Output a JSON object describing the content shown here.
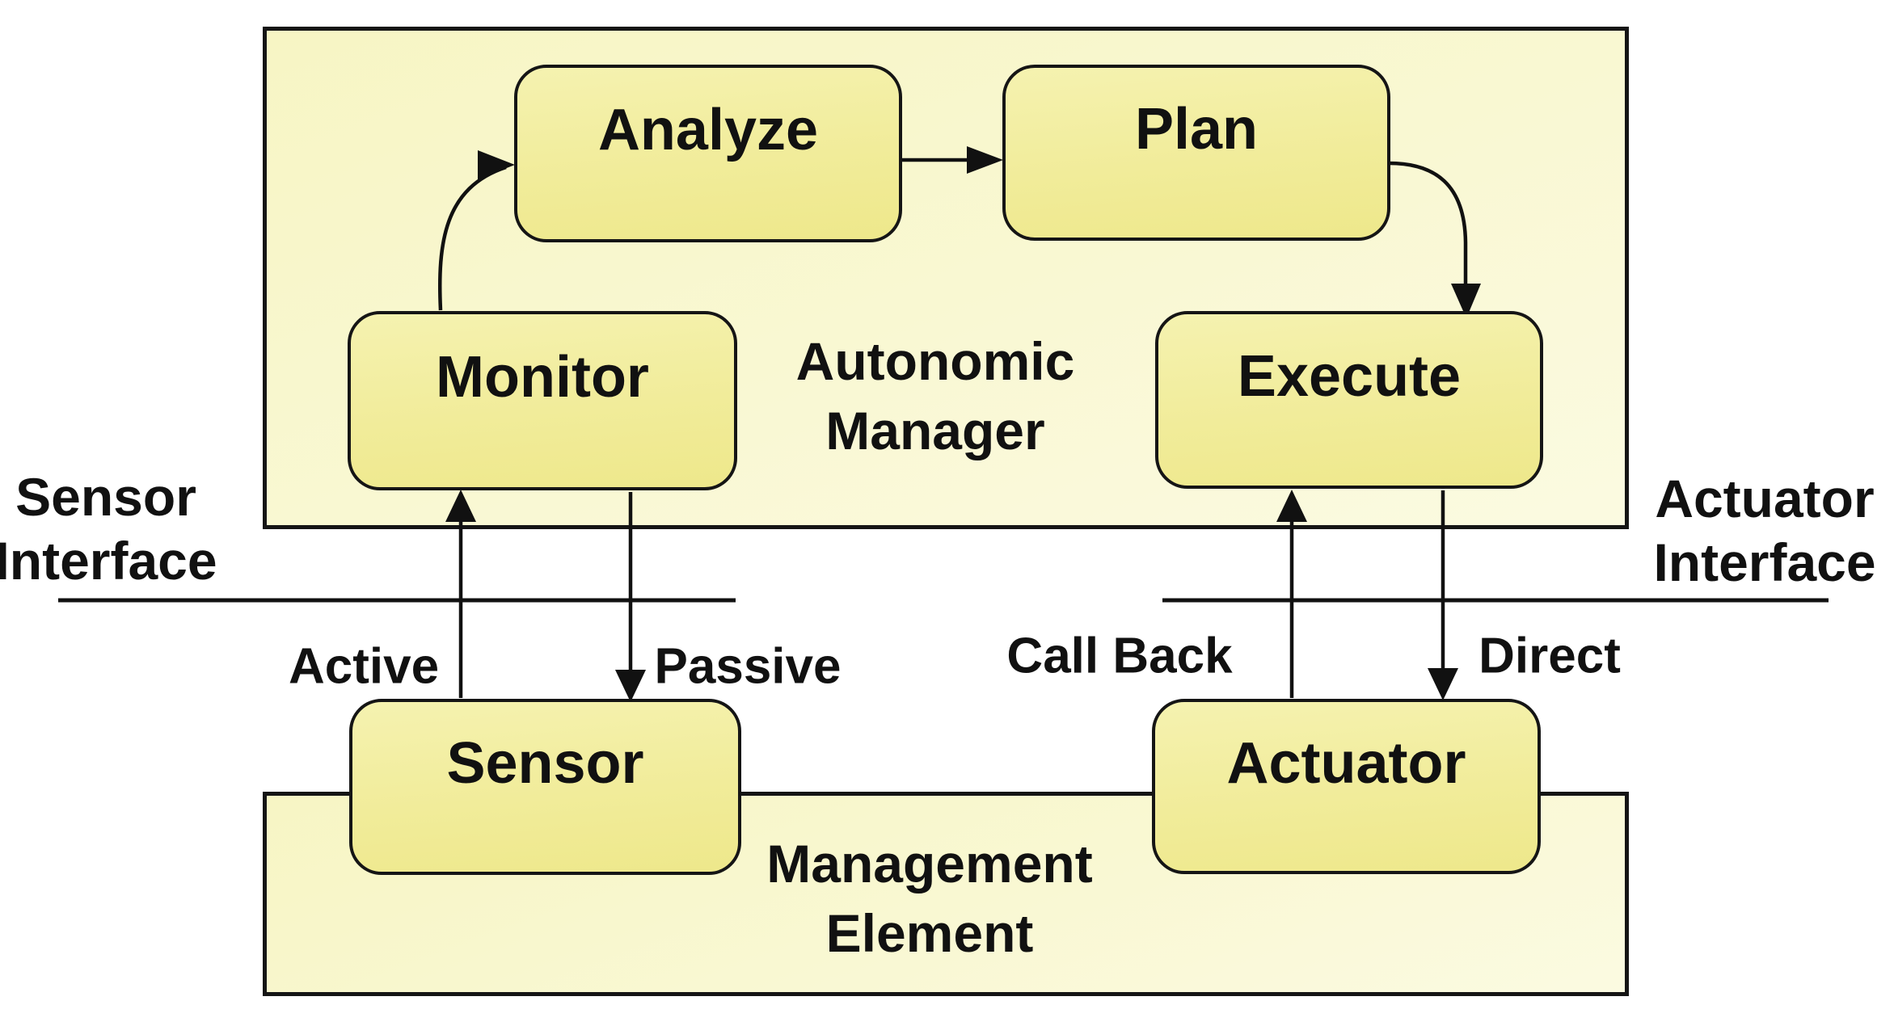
{
  "diagram": {
    "type": "autonomic-computing-mape-loop",
    "colors": {
      "background": "#ffffff",
      "container_fill": "#f8f7cd",
      "node_fill": "#f1ec9a",
      "border": "#151515",
      "text": "#111111"
    },
    "containers": {
      "autonomic_manager": {
        "line1": "Autonomic",
        "line2": "Manager"
      },
      "management_element": {
        "line1": "Management",
        "line2": "Element"
      }
    },
    "nodes": {
      "analyze": {
        "label": "Analyze"
      },
      "plan": {
        "label": "Plan"
      },
      "monitor": {
        "label": "Monitor"
      },
      "execute": {
        "label": "Execute"
      },
      "sensor": {
        "label": "Sensor"
      },
      "actuator": {
        "label": "Actuator"
      }
    },
    "interfaces": {
      "sensor_interface": {
        "line1": "Sensor",
        "line2": "Interface"
      },
      "actuator_interface": {
        "line1": "Actuator",
        "line2": "Interface"
      }
    },
    "edge_labels": {
      "active": "Active",
      "passive": "Passive",
      "call_back": "Call Back",
      "direct": "Direct"
    },
    "edges": [
      {
        "from": "monitor",
        "to": "analyze"
      },
      {
        "from": "analyze",
        "to": "plan"
      },
      {
        "from": "plan",
        "to": "execute"
      },
      {
        "from": "sensor",
        "to": "monitor",
        "label": "Active"
      },
      {
        "from": "monitor",
        "to": "sensor",
        "label": "Passive"
      },
      {
        "from": "actuator",
        "to": "execute",
        "label": "Call Back"
      },
      {
        "from": "execute",
        "to": "actuator",
        "label": "Direct"
      }
    ]
  }
}
